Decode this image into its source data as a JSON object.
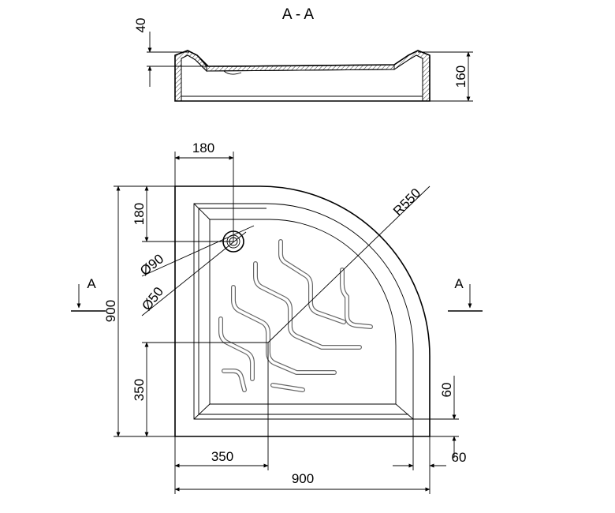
{
  "section": {
    "title": "A - A",
    "rim_depth": "40",
    "height": "160"
  },
  "plan": {
    "drain_offset_x": "180",
    "drain_offset_y": "180",
    "radius": "R550",
    "drain_outer_diameter": "Ø90",
    "drain_inner_diameter": "Ø50",
    "total_height": "900",
    "corner_height": "350",
    "corner_width": "350",
    "total_width": "900",
    "side_offset_right": "60",
    "side_offset_bottom": "60",
    "cut_marker_left": "A",
    "cut_marker_right": "A"
  }
}
